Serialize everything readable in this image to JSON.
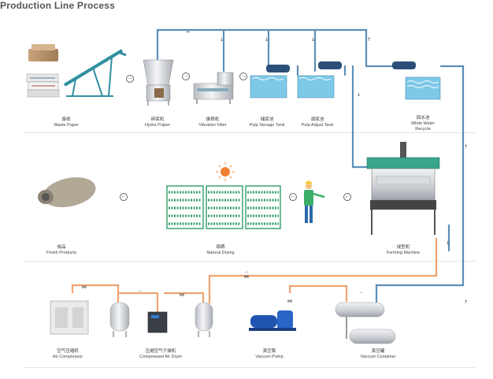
{
  "title": "Production Line Process",
  "row1": {
    "waste_paper": {
      "cn": "废纸",
      "en": "Waste Paper"
    },
    "hydra_pulper": {
      "cn": "碎浆机",
      "en": "Hydra Pulper"
    },
    "vibration_filter": {
      "cn": "振筛机",
      "en": "Vibration Filter"
    },
    "pulp_storage_tank": {
      "cn": "储浆池",
      "en": "Pulp Storage Tank"
    },
    "pulp_adjust_tank": {
      "cn": "调浆池",
      "en": "Pulp Adjust Tank"
    },
    "white_water_recycle": {
      "cn": "回水池",
      "en": "White Water Recycle"
    }
  },
  "row2": {
    "finish_products": {
      "cn": "成品",
      "en": "Finish Products"
    },
    "natural_drying": {
      "cn": "晾晒",
      "en": "Natural Drying"
    },
    "forming_machine": {
      "cn": "成型机",
      "en": "Forming Machine"
    }
  },
  "row3": {
    "air_compressor": {
      "cn": "空气压缩机",
      "en": "Air Compressor"
    },
    "compressed_air_dryer": {
      "cn": "压缩空气干燥机",
      "en": "Compressed Air Dryer"
    },
    "vaccum_pump": {
      "cn": "真空泵",
      "en": "Vaccum Pump"
    },
    "vaccum_container": {
      "cn": "真空罐",
      "en": "Vaccum Container"
    }
  },
  "colors": {
    "water_pipe": "#5b8fb9",
    "air_pipe": "#f0a36e",
    "tank_water": "#7ec8e8",
    "machine_green": "#3aa58a",
    "rack_green": "#2e9e6a"
  }
}
